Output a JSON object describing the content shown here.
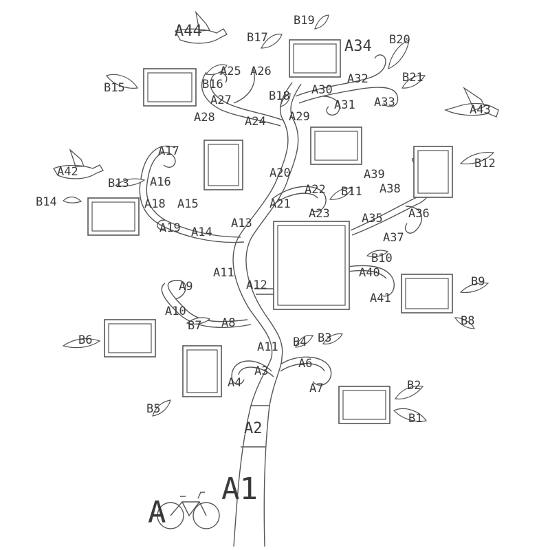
{
  "labels": {
    "A": "A",
    "A1": "A1",
    "A2": "A2",
    "A3": "A3",
    "A4": "A4",
    "A6": "A6",
    "A7": "A7",
    "A8": "A8",
    "A9": "A9",
    "A10": "A10",
    "A11a": "A11",
    "A11b": "A11",
    "A12": "A12",
    "A13": "A13",
    "A14": "A14",
    "A15": "A15",
    "A16": "A16",
    "A17": "A17",
    "A18": "A18",
    "A19": "A19",
    "A20": "A20",
    "A21": "A21",
    "A22": "A22",
    "A23": "A23",
    "A24": "A24",
    "A25": "A25",
    "A26": "A26",
    "A27": "A27",
    "A28": "A28",
    "A29": "A29",
    "A30": "A30",
    "A31": "A31",
    "A32": "A32",
    "A33": "A33",
    "A34": "A34",
    "A35": "A35",
    "A36": "A36",
    "A37": "A37",
    "A38": "A38",
    "A39": "A39",
    "A40": "A40",
    "A41": "A41",
    "A42": "A42",
    "A43": "A43",
    "A44": "A44",
    "B1": "B1",
    "B2": "B2",
    "B3": "B3",
    "B4": "B4",
    "B5": "B5",
    "B6": "B6",
    "B7": "B7",
    "B8": "B8",
    "B9": "B9",
    "B10": "B10",
    "B11": "B11",
    "B12": "B12",
    "B13": "B13",
    "B14": "B14",
    "B15": "B15",
    "B16": "B16",
    "B17": "B17",
    "B18": "B18",
    "B19": "B19",
    "B20": "B20",
    "B21": "B21"
  }
}
